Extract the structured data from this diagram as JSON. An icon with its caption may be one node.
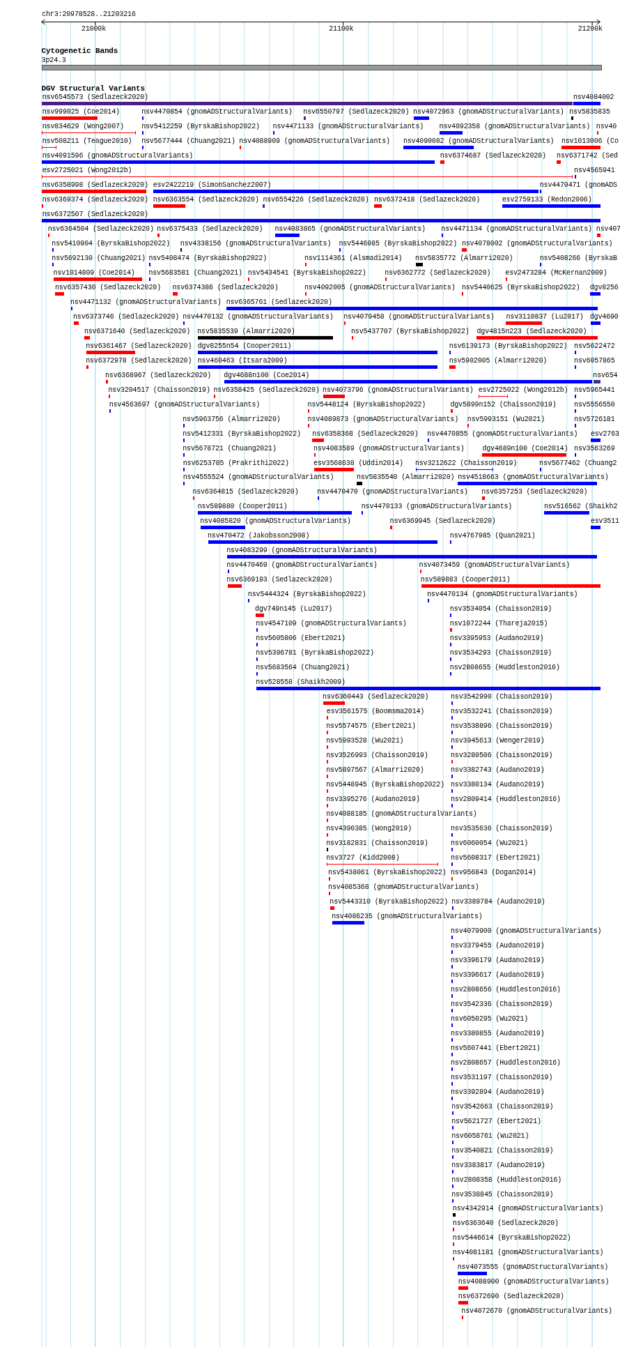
{
  "diagram": {
    "title": "chr3:20978528..21203216",
    "labels": [
      "21000k",
      "21100k",
      "21200k",
      "Cytogenetic Bands",
      "3p24.3",
      "DGV Structural Variants",
      "nsv6545573 (Sedlazeck2020)",
      "nsv4084002",
      "nsv999025 (Coe2014)",
      "nsv4470854 (gnomADStructuralVariants)",
      "nsv6550797 (Sedlazeck2020)",
      "nsv4072963 (gnomADStructuralVariants)",
      "nsv5835835",
      "nsv834629 (Wong2007)",
      "nsv5412259 (ByrskaBishop2022)",
      "nsv4471133 (gnomADStructuralVariants)",
      "nsv4092358 (gnomADStructuralVariants)",
      "nsv40",
      "nsv508211 (Teague2010)",
      "nsv5677444 (Chuang2021)",
      "nsv4088909 (gnomADStructuralVariants)",
      "nsv4090082 (gnomADStructuralVariants)",
      "nsv1013006 (Co",
      "nsv4091596 (gnomADStructuralVariants)",
      "nsv6374687 (Sedlazeck2020)",
      "nsv6371742 (Sed",
      "esv2725021 (Wong2012b)",
      "nsv4565941",
      "nsv6358998 (Sedlazeck2020)",
      "esv2422219 (SimonSanchez2007)",
      "nsv4470471 (gnomADS",
      "nsv6369374 (Sedlazeck2020)",
      "nsv6363554 (Sedlazeck2020)",
      "nsv6554226 (Sedlazeck2020)",
      "nsv6372418 (Sedlazeck2020)",
      "esv2759133 (Redon2006)",
      "nsv6372507 (Sedlazeck2020)",
      "nsv6364504 (Sedlazeck2020)",
      "nsv6375433 (Sedlazeck2020)",
      "nsv4083865 (gnomADStructuralVariants)",
      "nsv4471134 (gnomADStructuralVariants)",
      "nsv407",
      "nsv5410904 (ByrskaBishop2022)",
      "nsv4338156 (gnomADStructuralVariants)",
      "nsv5446985 (ByrskaBishop2022)",
      "nsv4078002 (gnomADStructuralVariants)",
      "nsv5692130 (Chuang2021)",
      "nsv5408474 (ByrskaBishop2022)",
      "nsv1114361 (Alsmadi2014)",
      "nsv5835772 (Almarri2020)",
      "nsv5408266 (ByrskaB",
      "nsv1014809 (Coe2014)",
      "nsv5683581 (Chuang2021)",
      "nsv5434541 (ByrskaBishop2022)",
      "nsv6362772 (Sedlazeck2020)",
      "esv2473284 (McKernan2009)",
      "nsv6357430 (Sedlazeck2020)",
      "nsv6374386 (Sedlazeck2020)",
      "nsv4092005 (gnomADStructuralVariants)",
      "nsv5440625 (ByrskaBishop2022)",
      "dgv8256",
      "nsv4471132 (gnomADStructuralVariants)",
      "nsv6365761 (Sedlazeck2020)",
      "nsv6373746 (Sedlazeck2020)",
      "nsv4470132 (gnomADStructuralVariants)",
      "nsv4079458 (gnomADStructuralVariants)",
      "nsv3110837 (Lu2017)",
      "dgv4690",
      "nsv6371640 (Sedlazeck2020)",
      "nsv5835539 (Almarri2020)",
      "nsv5437707 (ByrskaBishop2022)",
      "dgv4815n223 (Sedlazeck2020)",
      "nsv6361467 (Sedlazeck2020)",
      "dgv8255n54 (Cooper2011)",
      "nsv6139173 (ByrskaBishop2022)",
      "nsv5622472",
      "nsv6372978 (Sedlazeck2020)",
      "nsv460463 (Itsara2009)",
      "nsv5902005 (Almarri2020)",
      "nsv6057865",
      "nsv6368967 (Sedlazeck2020)",
      "dgv4688n100 (Coe2014)",
      "nsv654",
      "nsv3204517 (Chaisson2019)",
      "nsv6358425 (Sedlazeck2020)",
      "nsv4073796 (gnomADStructuralVariants)",
      "esv2725022 (Wong2012b)",
      "nsv5965441",
      "nsv4563697 (gnomADStructuralVariants)",
      "nsv5448124 (ByrskaBishop2022)",
      "dgv5899n152 (Chaisson2019)",
      "nsv5556550",
      "nsv5963756 (Almarri2020)",
      "nsv4089873 (gnomADStructuralVariants)",
      "nsv5993151 (Wu2021)",
      "nsv5726181",
      "nsv5412331 (ByrskaBishop2022)",
      "nsv6358368 (Sedlazeck2020)",
      "nsv4470855 (gnomADStructuralVariants)",
      "esv2763",
      "nsv5678721 (Chuang2021)",
      "nsv4083589 (gnomADStructuralVariants)",
      "dgv4689n100 (Coe2014)",
      "nsv3563269",
      "nsv6253785 (Prakrithi2022)",
      "esv3568638 (Uddin2014)",
      "nsv3212622 (Chaisson2019)",
      "nsv5677462 (Chuang2",
      "nsv4555524 (gnomADStructuralVariants)",
      "nsv5835540 (Almarri2020)",
      "nsv4518663 (gnomADStructuralVariants)",
      "nsv6364815 (Sedlazeck2020)",
      "nsv4470470 (gnomADStructuralVariants)",
      "nsv6357253 (Sedlazeck2020)",
      "nsv589880 (Cooper2011)",
      "nsv4470133 (gnomADStructuralVariants)",
      "nsv516562 (Shaikh2",
      "nsv4085820 (gnomADStructuralVariants)",
      "nsv6369945 (Sedlazeck2020)",
      "esv3511",
      "nsv470472 (Jakobsson2008)",
      "nsv4767985 (Quan2021)",
      "nsv4083299 (gnomADStructuralVariants)",
      "nsv4470469 (gnomADStructuralVariants)",
      "nsv4073459 (gnomADStructuralVariants)",
      "nsv6369193 (Sedlazeck2020)",
      "nsv589883 (Cooper2011)",
      "nsv5444324 (ByrskaBishop2022)",
      "nsv4470134 (gnomADStructuralVariants)",
      "dgv749n145 (Lu2017)",
      "nsv3534054 (Chaisson2019)",
      "nsv4547109 (gnomADStructuralVariants)",
      "nsv1072244 (Thareja2015)",
      "nsv5605806 (Ebert2021)",
      "nsv3395953 (Audano2019)",
      "nsv5396781 (ByrskaBishop2022)",
      "nsv3534293 (Chaisson2019)",
      "nsv5683564 (Chuang2021)",
      "nsv2808655 (Huddleston2016)",
      "nsv528558 (Shaikh2009)",
      "nsv6360443 (Sedlazeck2020)",
      "nsv3542990 (Chaisson2019)",
      "esv3561575 (Boomsma2014)",
      "nsv3532241 (Chaisson2019)",
      "nsv5574575 (Ebert2021)",
      "nsv3538896 (Chaisson2019)",
      "nsv5993528 (Wu2021)",
      "nsv3945613 (Wenger2019)",
      "nsv3526993 (Chaisson2019)",
      "nsv3280506 (Chaisson2019)",
      "nsv5897567 (Almarri2020)",
      "nsv3382743 (Audano2019)",
      "nsv5448945 (ByrskaBishop2022)",
      "nsv3380134 (Audano2019)",
      "nsv3395276 (Audano2019)",
      "nsv2809414 (Huddleston2016)",
      "nsv4088185 (gnomADStructuralVariants)",
      "nsv4390385 (Wong2019)",
      "nsv3535636 (Chaisson2019)",
      "nsv3182831 (Chaisson2019)",
      "nsv6060054 (Wu2021)",
      "nsv3727 (Kidd2008)",
      "nsv5608317 (Ebert2021)",
      "nsv5438061 (ByrskaBishop2022)",
      "nsv956843 (Dogan2014)",
      "nsv4085368 (gnomADStructuralVariants)",
      "nsv5443310 (ByrskaBishop2022)",
      "nsv3389784 (Audano2019)",
      "nsv4086235 (gnomADStructuralVariants)",
      "nsv4079900 (gnomADStructuralVariants)",
      "nsv3379455 (Audano2019)",
      "nsv3396179 (Audano2019)",
      "nsv3396617 (Audano2019)",
      "nsv2808656 (Huddleston2016)",
      "nsv3542336 (Chaisson2019)",
      "nsv6050295 (Wu2021)",
      "nsv3380855 (Audano2019)",
      "nsv5607441 (Ebert2021)",
      "nsv2808657 (Huddleston2016)",
      "nsv3531197 (Chaisson2019)",
      "nsv3392894 (Audano2019)",
      "nsv3542663 (Chaisson2019)",
      "nsv5621727 (Ebert2021)",
      "nsv6058761 (Wu2021)",
      "nsv3540821 (Chaisson2019)",
      "nsv3383817 (Audano2019)",
      "nsv2808358 (Huddleston2016)",
      "nsv3538845 (Chaisson2019)",
      "nsv4342914 (gnomADStructuralVariants)",
      "nsv6363640 (Sedlazeck2020)",
      "nsv5446614 (ByrskaBishop2022)",
      "nsv4081181 (gnomADStructuralVariants)",
      "nsv4073555 (gnomADStructuralVariants)",
      "nsv4088900 (gnomADStructuralVariants)",
      "nsv6372690 (Sedlazeck2020)",
      "nsv4072670 (gnomADStructuralVariants)"
    ]
  }
}
